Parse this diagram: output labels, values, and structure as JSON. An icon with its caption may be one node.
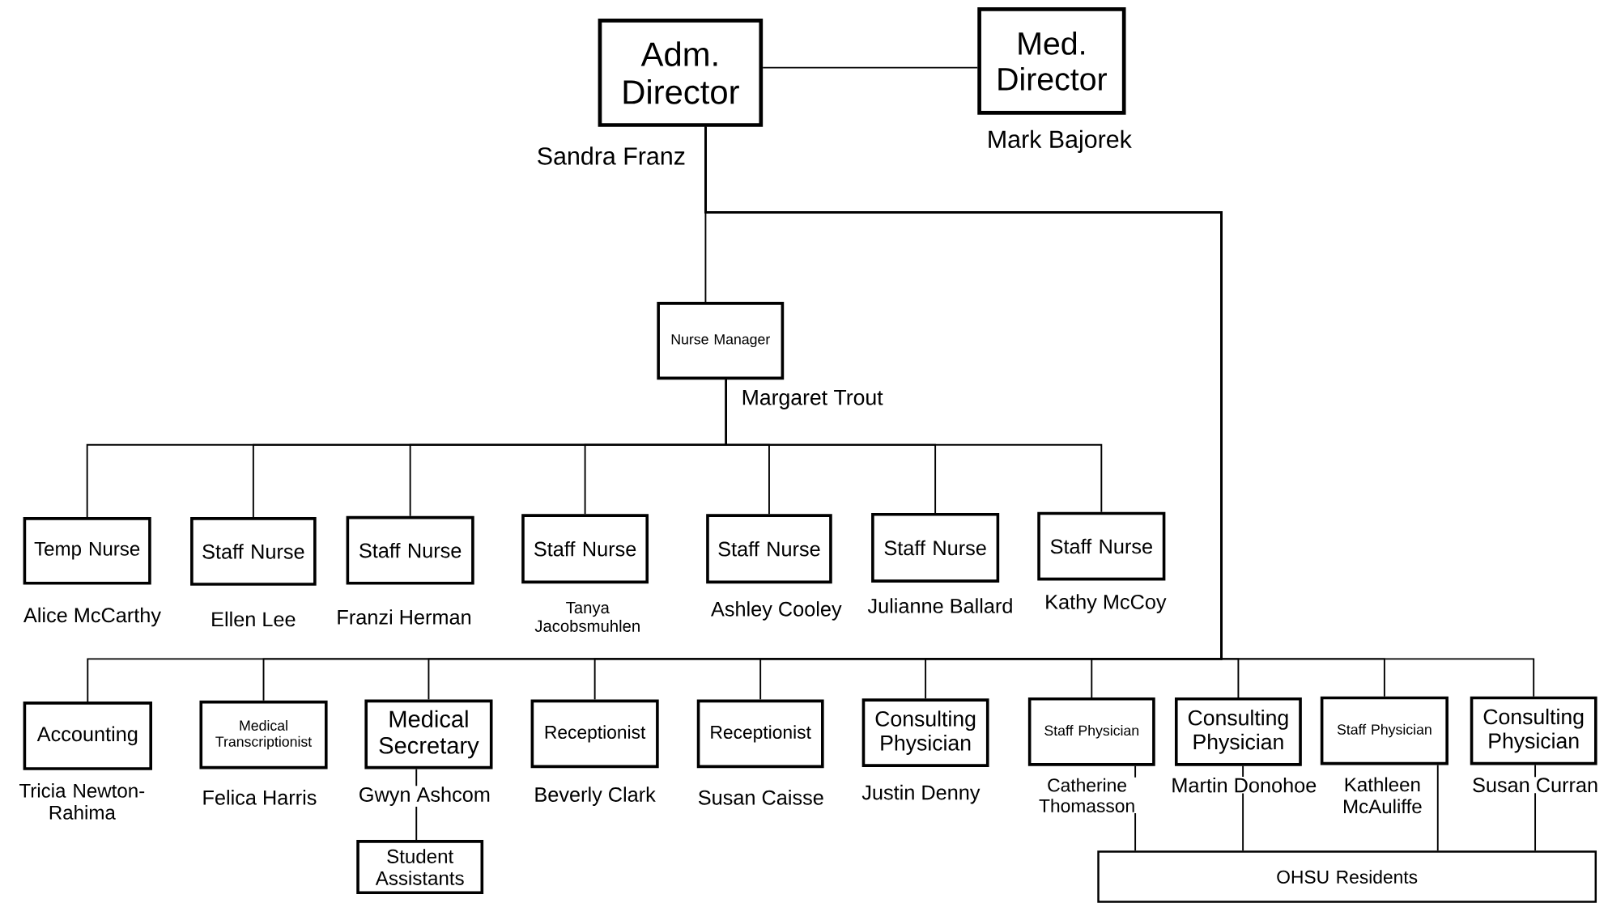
{
  "diagram": {
    "nodes": [
      {
        "text": [
          "Adm. Director"
        ],
        "beside": [
          "Sandra Franz"
        ]
      },
      {
        "text": [
          "Med. Director"
        ],
        "beside": [
          "Mark Bajorek"
        ]
      },
      {
        "text": [
          "Nurse Manager"
        ],
        "beside": [
          "Margaret Trout"
        ]
      },
      {
        "text": [
          "Temp Nurse"
        ],
        "beside": [
          "Alice McCarthy"
        ]
      },
      {
        "text": [
          "Staff Nurse"
        ],
        "beside": [
          "Ellen Lee"
        ]
      },
      {
        "text": [
          "Staff Nurse"
        ],
        "beside": [
          "Franzi Herman"
        ]
      },
      {
        "text": [
          "Staff Nurse"
        ],
        "beside": [
          "Tanya Jacobsmuhlen"
        ]
      },
      {
        "text": [
          "Staff Nurse"
        ],
        "beside": [
          "Ashley Cooley"
        ]
      },
      {
        "text": [
          "Staff Nurse"
        ],
        "beside": [
          "Julianne Ballard"
        ]
      },
      {
        "text": [
          "Staff Nurse"
        ],
        "beside": [
          "Kathy McCoy"
        ]
      },
      {
        "text": [
          "Accounting"
        ],
        "beside": [
          "Tricia Newton-Rahima"
        ]
      },
      {
        "text": [
          "Medical Transcriptionist"
        ],
        "beside": [
          "Felica Harris"
        ]
      },
      {
        "text": [
          "Medical Secretary"
        ],
        "beside": [
          "Gwyn Ashcom"
        ]
      },
      {
        "text": [
          "Student Assistants"
        ]
      },
      {
        "text": [
          "Receptionist"
        ],
        "beside": [
          "Beverly Clark"
        ]
      },
      {
        "text": [
          "Receptionist"
        ],
        "beside": [
          "Susan Caisse"
        ]
      },
      {
        "text": [
          "Consulting Physician"
        ],
        "beside": [
          "Justin Denny"
        ]
      },
      {
        "text": [
          "Staff Physician"
        ],
        "beside": [
          "Catherine Thomasson"
        ]
      },
      {
        "text": [
          "Consulting Physician"
        ],
        "beside": [
          "Martin Donohoe"
        ]
      },
      {
        "text": [
          "Staff Physician"
        ],
        "beside": [
          "Kathleen McAuliffe"
        ]
      },
      {
        "text": [
          "Consulting Physician"
        ],
        "beside": [
          "Susan Curran"
        ]
      },
      {
        "text": [
          "OHSU Residents"
        ]
      }
    ],
    "edges": [
      {
        "from": 0,
        "to": 1,
        "arrow": "none"
      },
      {
        "from": 0,
        "to": 2,
        "arrow": "none"
      },
      {
        "from": 2,
        "to": 3,
        "arrow": "none"
      },
      {
        "from": 2,
        "to": 4,
        "arrow": "none"
      },
      {
        "from": 2,
        "to": 5,
        "arrow": "none"
      },
      {
        "from": 2,
        "to": 6,
        "arrow": "none"
      },
      {
        "from": 2,
        "to": 7,
        "arrow": "none"
      },
      {
        "from": 2,
        "to": 8,
        "arrow": "none"
      },
      {
        "from": 2,
        "to": 9,
        "arrow": "none"
      },
      {
        "from": 0,
        "to": 10,
        "arrow": "none"
      },
      {
        "from": 0,
        "to": 11,
        "arrow": "none"
      },
      {
        "from": 0,
        "to": 12,
        "arrow": "none"
      },
      {
        "from": 0,
        "to": 14,
        "arrow": "none"
      },
      {
        "from": 0,
        "to": 15,
        "arrow": "none"
      },
      {
        "from": 0,
        "to": 16,
        "arrow": "none"
      },
      {
        "from": 0,
        "to": 17,
        "arrow": "none"
      },
      {
        "from": 0,
        "to": 18,
        "arrow": "none"
      },
      {
        "from": 0,
        "to": 19,
        "arrow": "none"
      },
      {
        "from": 0,
        "to": 20,
        "arrow": "none"
      },
      {
        "from": 12,
        "to": 13,
        "arrow": "none"
      },
      {
        "from": 17,
        "to": 21,
        "arrow": "none"
      },
      {
        "from": 18,
        "to": 21,
        "arrow": "none"
      },
      {
        "from": 19,
        "to": 21,
        "arrow": "none"
      },
      {
        "from": 20,
        "to": 21,
        "arrow": "none"
      }
    ]
  }
}
